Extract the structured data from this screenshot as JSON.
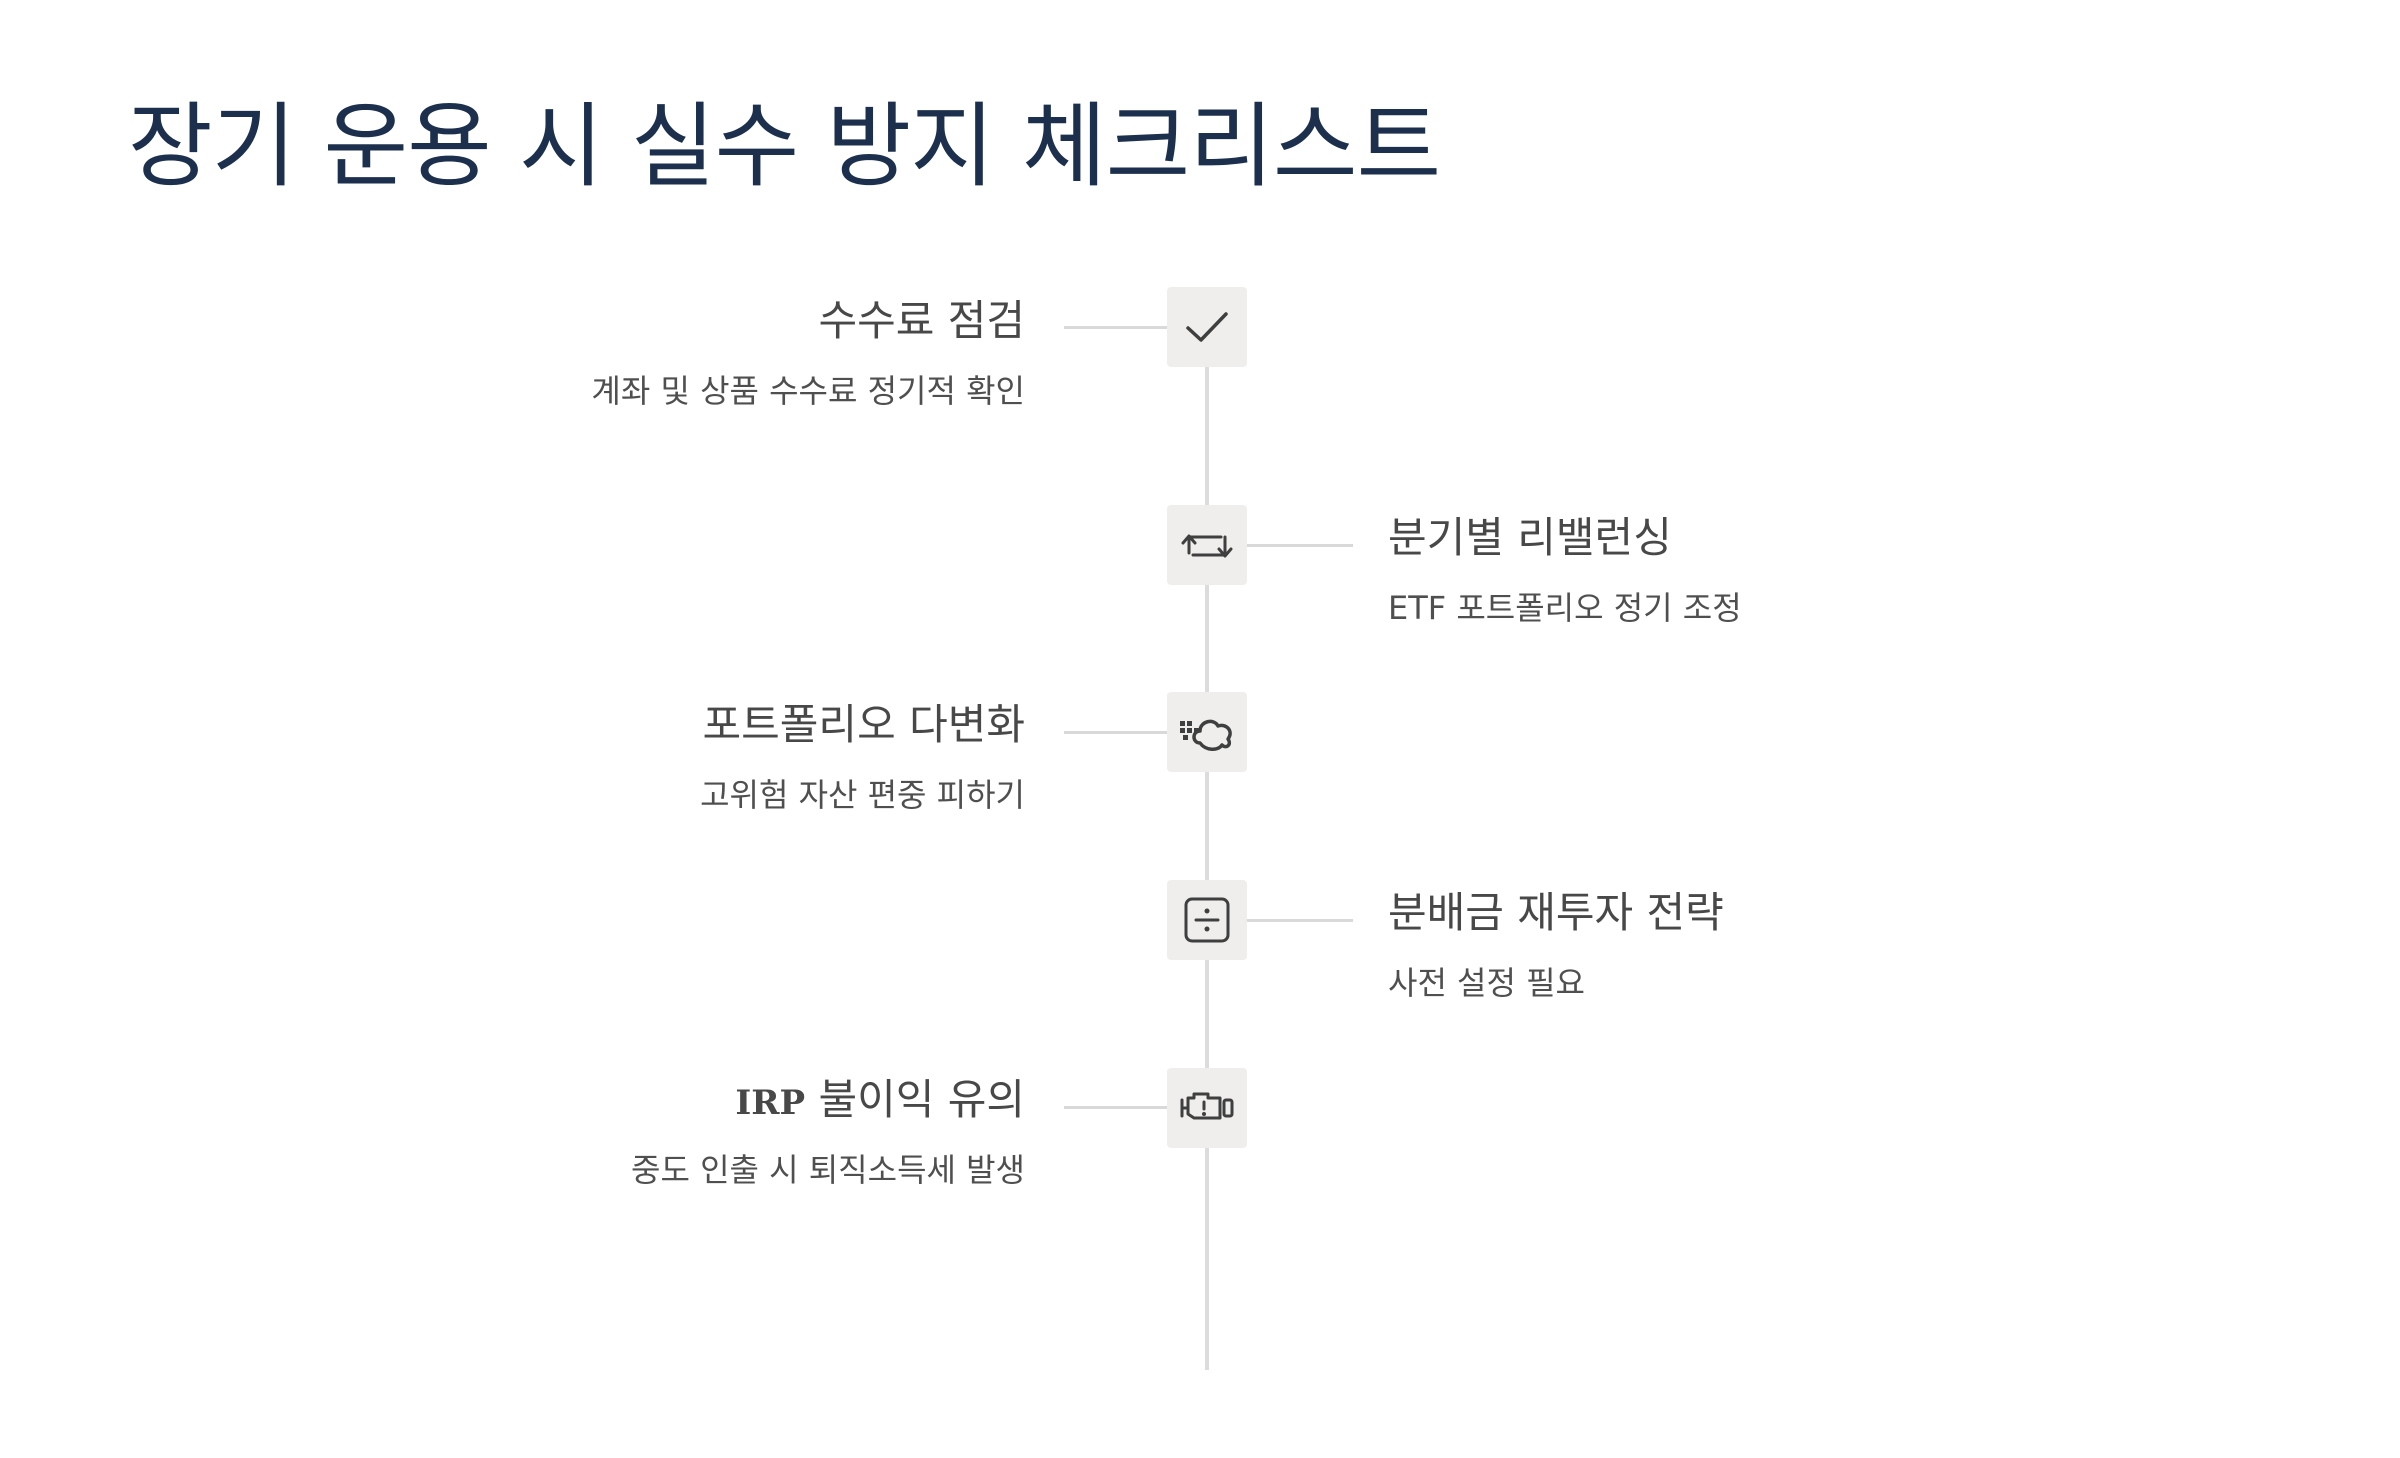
{
  "title": "장기 운용 시 실수 방지 체크리스트",
  "items": [
    {
      "icon": "checkmark-icon",
      "side": "left",
      "heading": "수수료 점검",
      "description": "계좌 및 상품 수수료 정기적 확인"
    },
    {
      "icon": "rebalance-arrows-icon",
      "side": "right",
      "heading": "분기별 리밸런싱",
      "description": "ETF 포트폴리오 정기 조정"
    },
    {
      "icon": "cloud-dots-icon",
      "side": "left",
      "heading": "포트폴리오 다변화",
      "description": "고위험 자산 편중 피하기"
    },
    {
      "icon": "divide-icon",
      "side": "right",
      "heading": "분배금 재투자 전략",
      "description": "사전 설정 필요"
    },
    {
      "icon": "engine-warning-icon",
      "side": "left",
      "heading_prefix": "IRP",
      "heading": "불이익 유의",
      "description": "중도 인출 시 퇴직소득세 발생"
    }
  ],
  "colors": {
    "title": "#1c2f4d",
    "text": "#484848",
    "node_bg": "#efeeec",
    "line": "#dcdcdc"
  }
}
